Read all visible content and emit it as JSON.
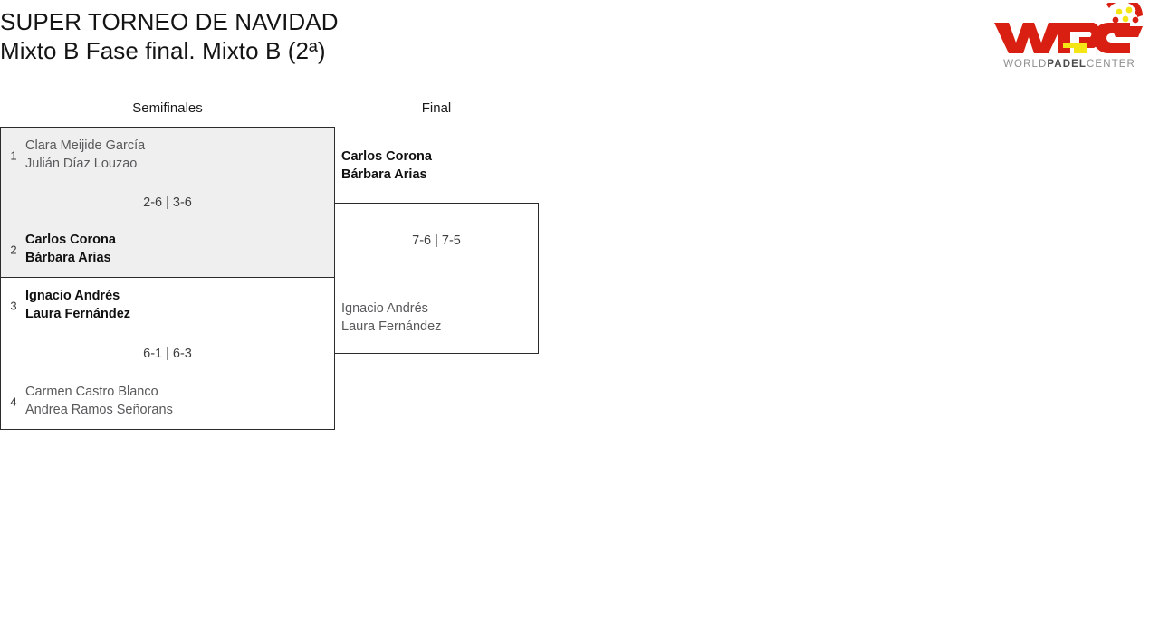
{
  "header": {
    "title_line_1": "SUPER TORNEO DE NAVIDAD",
    "title_line_2": "Mixto B Fase final. Mixto B (2ª)"
  },
  "logo": {
    "mark_text": "WPC",
    "wordmark_prefix": "WORLD",
    "wordmark_bold": "PADEL",
    "wordmark_suffix": "CENTER",
    "primary_color": "#D91F11",
    "accent_color": "#F4E514"
  },
  "rounds": [
    {
      "label": "Semifinales"
    },
    {
      "label": "Final"
    }
  ],
  "matches": {
    "semifinal_1": {
      "top": {
        "seed": "1",
        "player_1": "Clara Meijide García",
        "player_2": "Julián Díaz Louzao",
        "result": "loser"
      },
      "bottom": {
        "seed": "2",
        "player_1": "Carlos Corona",
        "player_2": "Bárbara Arias",
        "result": "winner"
      },
      "score": "2-6 | 3-6"
    },
    "semifinal_2": {
      "top": {
        "seed": "3",
        "player_1": "Ignacio Andrés",
        "player_2": "Laura Fernández",
        "result": "winner"
      },
      "bottom": {
        "seed": "4",
        "player_1": "Carmen Castro Blanco",
        "player_2": "Andrea Ramos Señorans",
        "result": "loser"
      },
      "score": "6-1 | 6-3"
    },
    "final": {
      "top": {
        "player_1": "Carlos Corona",
        "player_2": "Bárbara Arias",
        "result": "winner"
      },
      "bottom": {
        "player_1": "Ignacio Andrés",
        "player_2": "Laura Fernández",
        "result": "loser"
      },
      "score": "7-6 | 7-5"
    }
  }
}
